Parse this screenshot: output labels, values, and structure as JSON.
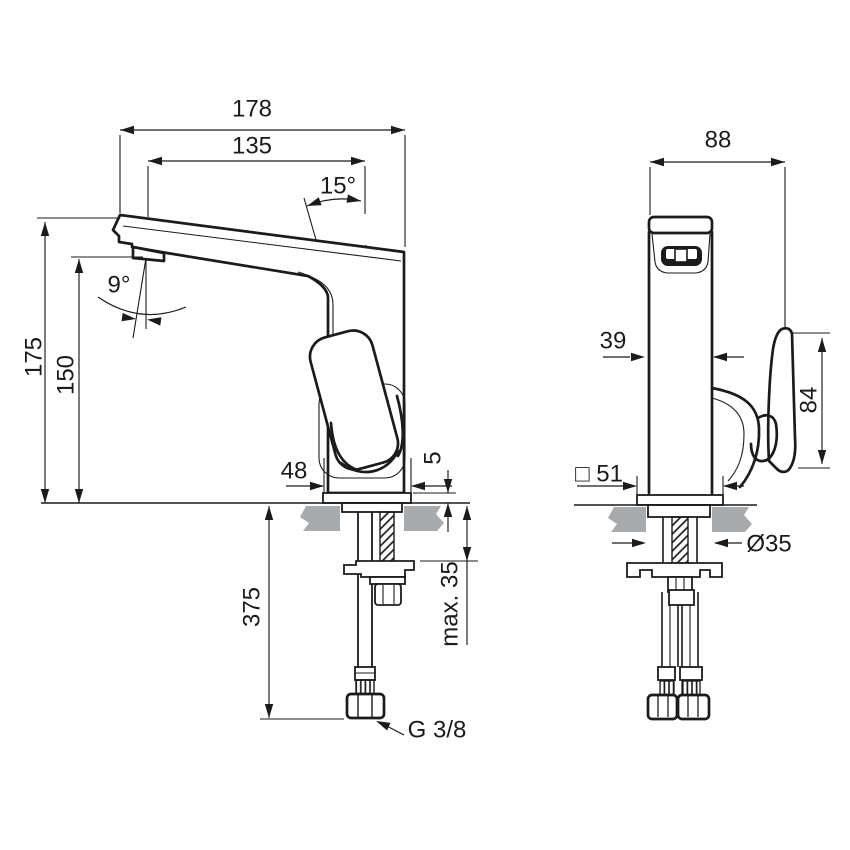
{
  "drawing": {
    "type": "faucet-installation-dimension-drawing",
    "colors": {
      "ink": "#1b1b1b",
      "counter_gray": "#a8abad",
      "paper": "#ffffff"
    },
    "side_view": {
      "reach_total": "178",
      "reach_spout": "135",
      "handle_angle": "15°",
      "spray_angle": "9°",
      "height_total": "175",
      "height_spout": "150",
      "base_width": "48",
      "plate_height": "5",
      "hose_length": "375",
      "deck_max": "max. 35",
      "thread": "G 3/8"
    },
    "front_view": {
      "width_total": "88",
      "body_depth": "39",
      "handle_height": "84",
      "base_square": "□ 51",
      "hole_dia": "Ø35"
    }
  }
}
